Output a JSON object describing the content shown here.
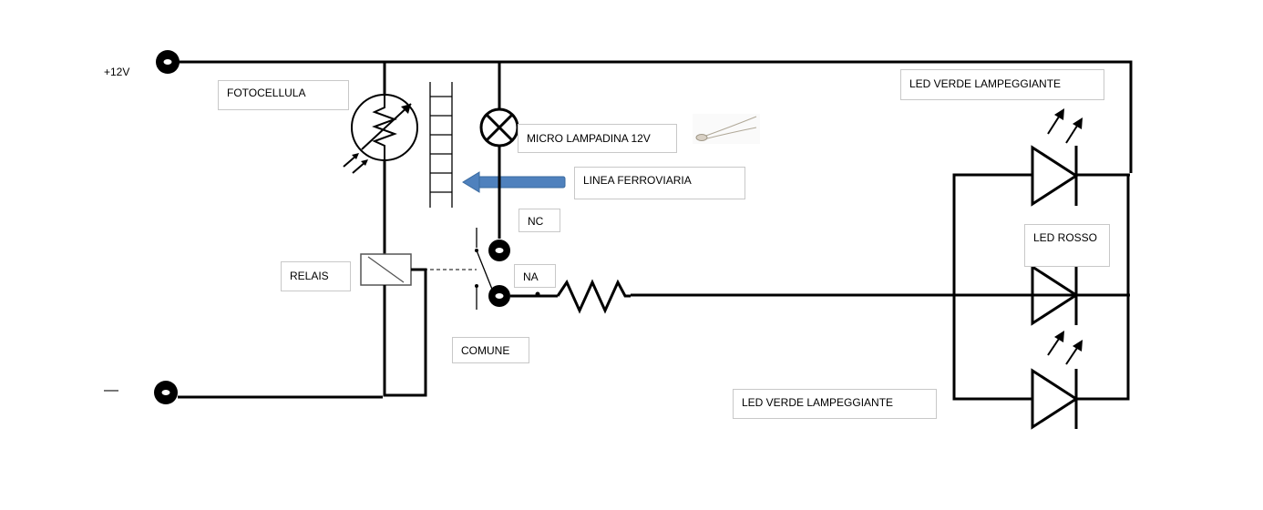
{
  "labels": {
    "plus12v": "+12V",
    "minus": "—",
    "fotocellula": "FOTOCELLULA",
    "micro_lampadina": "MICRO  LAMPADINA 12V",
    "linea_ferroviaria": "LINEA FERROVIARIA",
    "nc": "NC",
    "na": "NA",
    "relais": "RELAIS",
    "comune": "COMUNE",
    "led_verde_top": "LED VERDE LAMPEGGIANTE",
    "led_rosso": "LED ROSSO",
    "led_verde_bottom": "LED VERDE LAMPEGGIANTE"
  },
  "colors": {
    "wire": "#000000",
    "arrow": "#4f81bd",
    "label_border": "#c8c8c8"
  },
  "icons": {
    "photocell": "photoresistor-symbol",
    "lamp": "lamp-symbol",
    "relay": "relay-coil-symbol",
    "resistor": "resistor-symbol",
    "led": "led-symbol",
    "train_arrow": "left-arrow"
  }
}
